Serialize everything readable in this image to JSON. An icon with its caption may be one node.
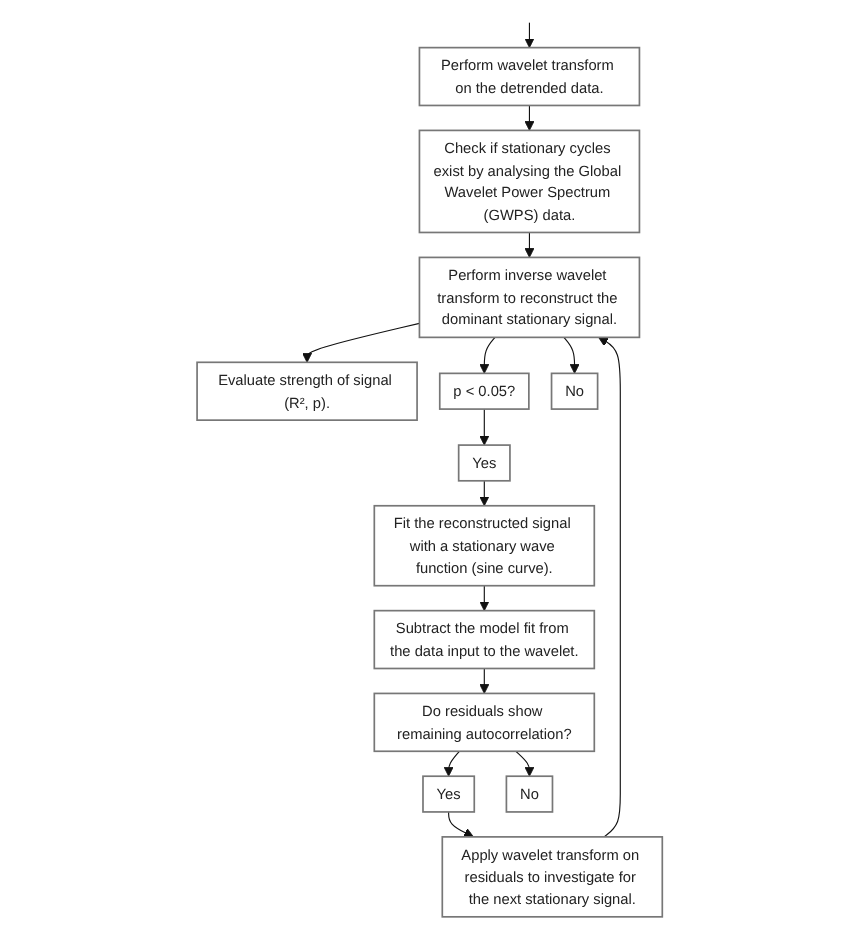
{
  "diagram": {
    "nodes": [
      {
        "text": [
          "Perform wavelet transform on the detrended data."
        ]
      },
      {
        "text": [
          "Check if stationary cycles exist by analysing the Global Wavelet Power Spectrum (GWPS) data."
        ]
      },
      {
        "text": [
          "Apply wavelet transform on residuals to investigate for the next stationary signal."
        ]
      },
      {
        "text": [
          "Perform inverse wavelet transform to reconstruct the dominant stationary signal."
        ]
      },
      {
        "text": [
          "Evaluate strength of signal (R², p)."
        ]
      },
      {
        "text": [
          "p < 0.05?"
        ]
      },
      {
        "text": [
          "No"
        ]
      },
      {
        "text": [
          "Yes"
        ]
      },
      {
        "text": [
          "Fit the reconstructed signal with a stationary wave function (sine curve)."
        ]
      },
      {
        "text": [
          "Subtract the model fit from the data input to the wavelet."
        ]
      },
      {
        "text": [
          "Do residuals show remaining autocorrelation?"
        ]
      },
      {
        "text": [
          "Yes"
        ]
      },
      {
        "text": [
          "No"
        ]
      }
    ],
    "edges": [
      {
        "from": null,
        "to": 0,
        "arrow": "to"
      },
      {
        "from": 0,
        "to": 1,
        "arrow": "to"
      },
      {
        "from": 1,
        "to": 3,
        "arrow": "to"
      },
      {
        "from": 2,
        "to": 3,
        "arrow": "to"
      },
      {
        "from": 3,
        "to": 4,
        "arrow": "to"
      },
      {
        "from": 3,
        "to": 5,
        "arrow": "to"
      },
      {
        "from": 3,
        "to": 6,
        "arrow": "to"
      },
      {
        "from": 5,
        "to": 7,
        "arrow": "to"
      },
      {
        "from": 7,
        "to": 8,
        "arrow": "to"
      },
      {
        "from": 8,
        "to": 9,
        "arrow": "to"
      },
      {
        "from": 9,
        "to": 10,
        "arrow": "to"
      },
      {
        "from": 10,
        "to": 11,
        "arrow": "to"
      },
      {
        "from": 10,
        "to": 12,
        "arrow": "to"
      },
      {
        "from": 11,
        "to": 2,
        "arrow": "to"
      }
    ]
  }
}
